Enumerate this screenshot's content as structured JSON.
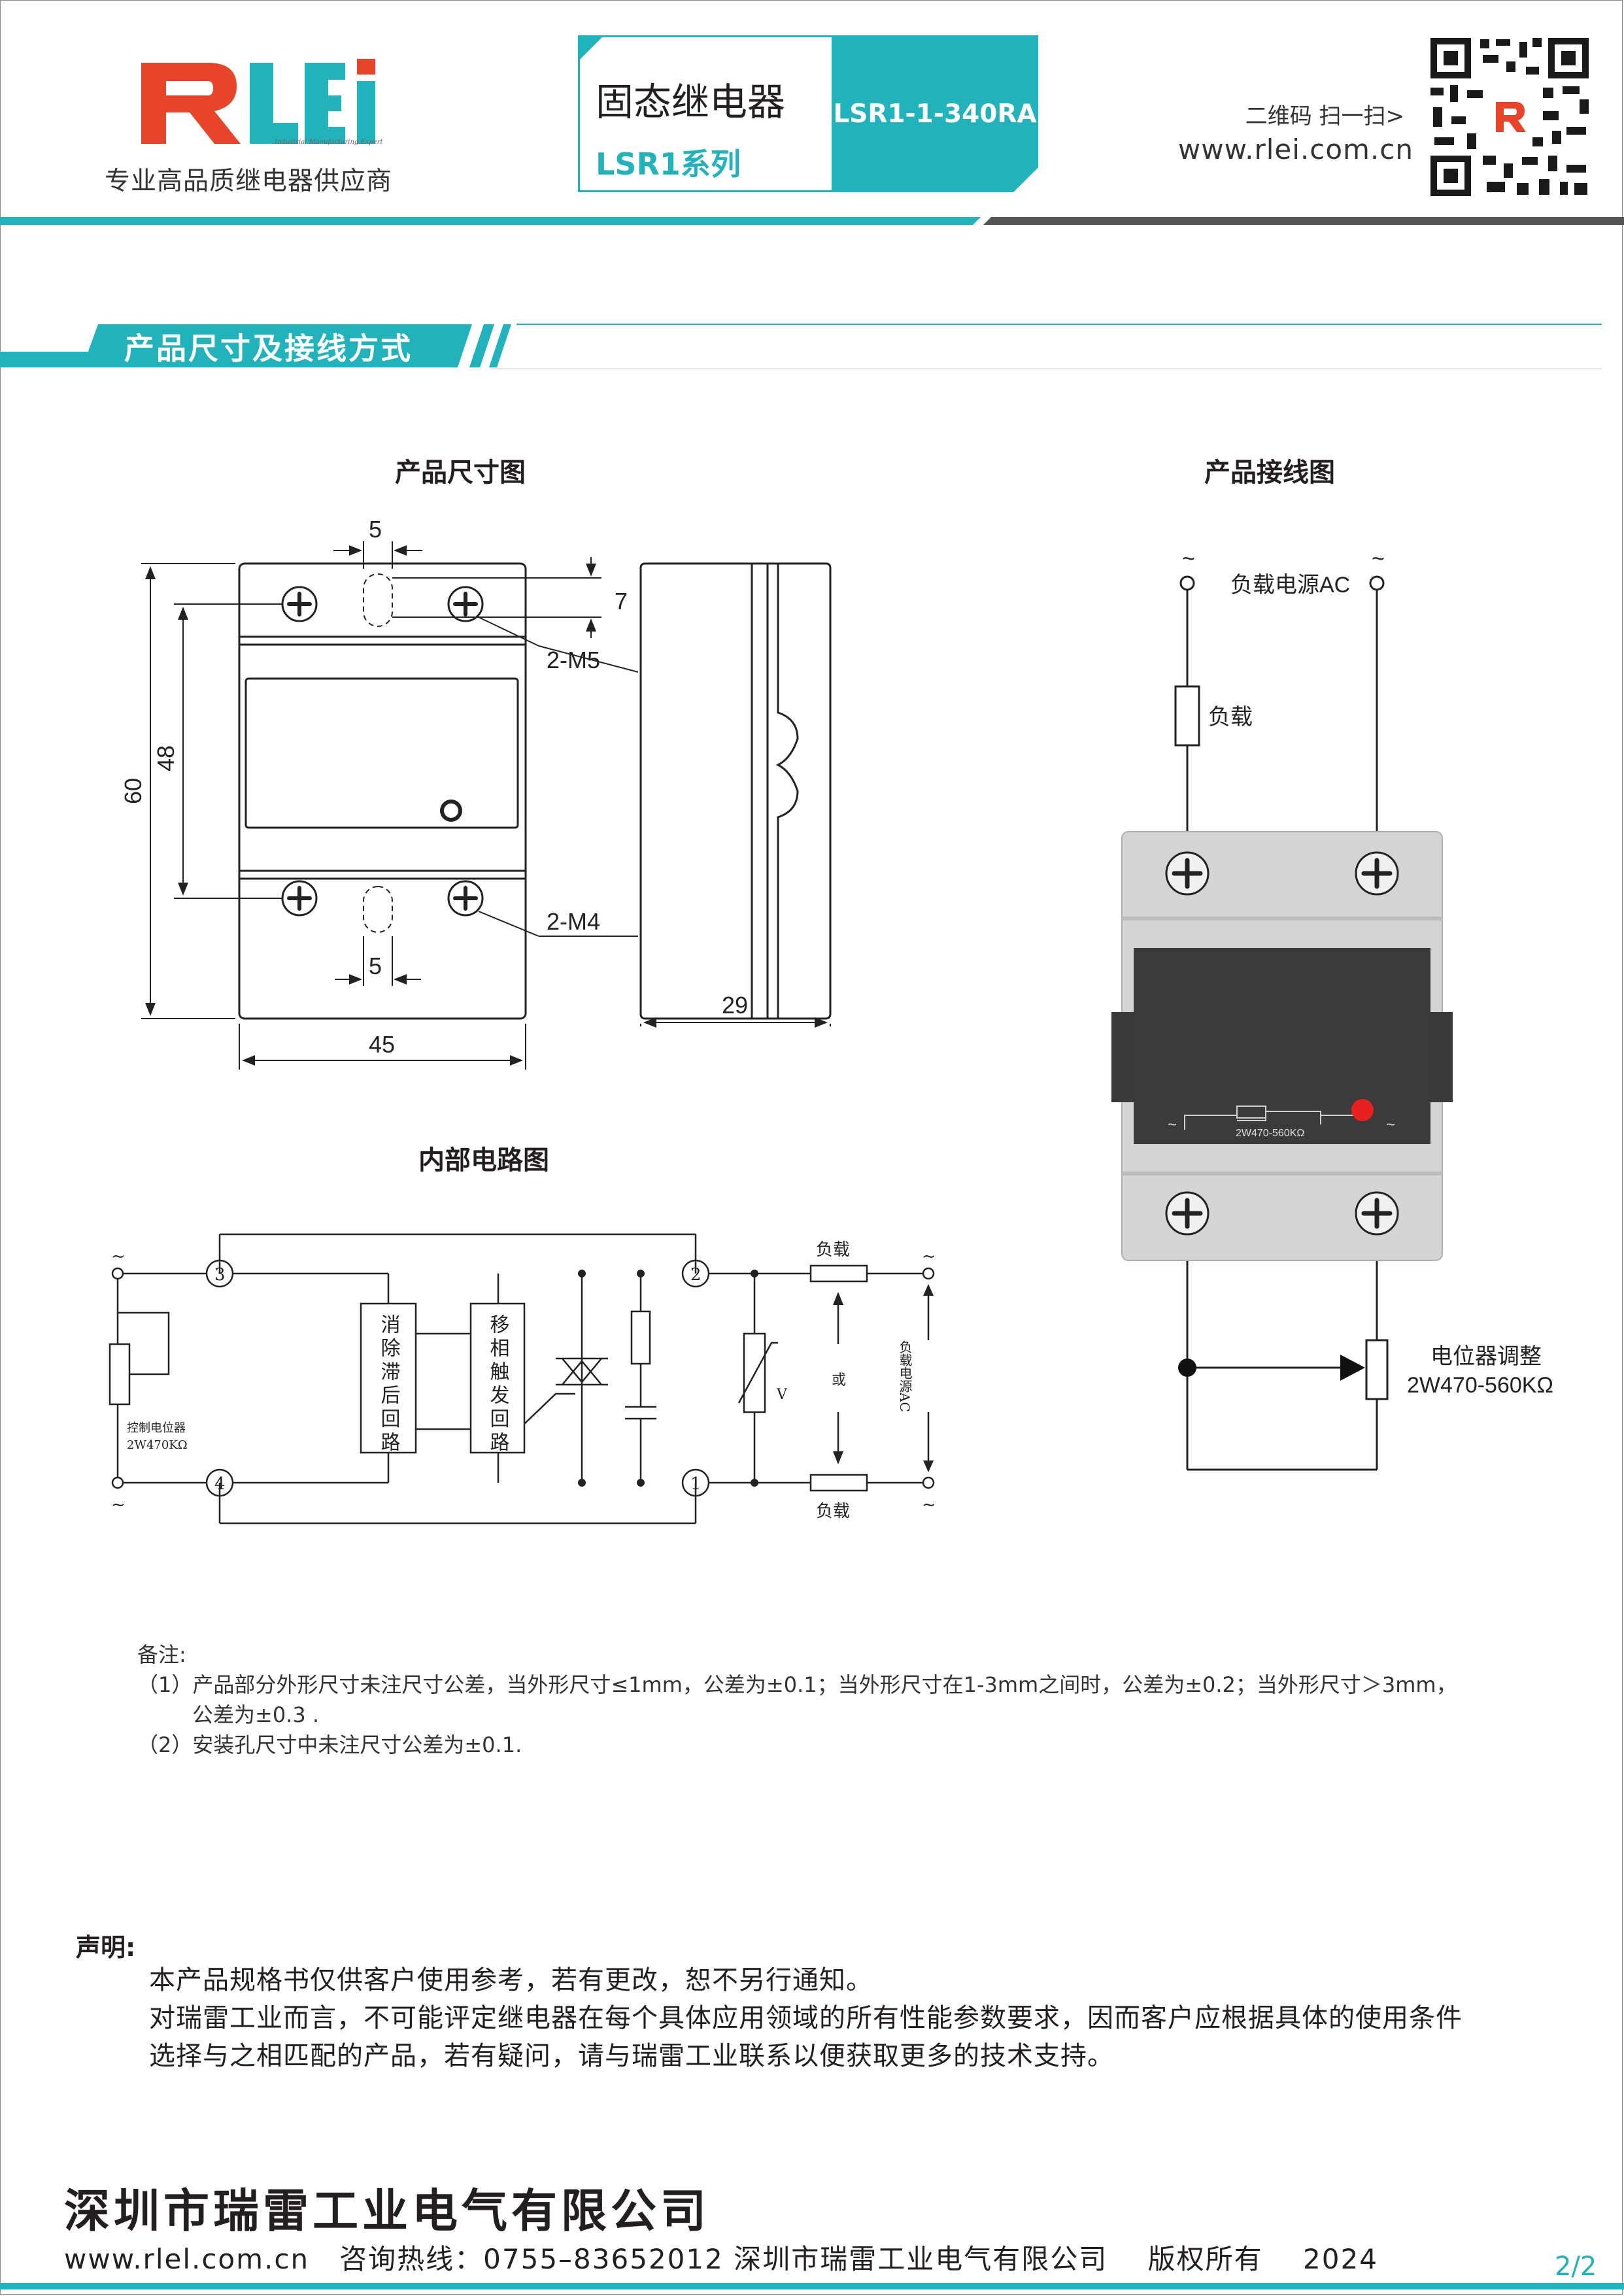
{
  "brand": {
    "logo_text": "RLEi",
    "logo_tagline": "Industrial Manufacturing Expert",
    "slogan": "专业高品质继电器供应商"
  },
  "header": {
    "product_cn": "固态继电器",
    "series": "LSR1系列",
    "model": "LSR1-1-340RA",
    "scan_text": "二维码 扫一扫>",
    "website": "www.rlei.com.cn"
  },
  "section_title": "产品尺寸及接线方式",
  "dimension": {
    "caption": "产品尺寸图",
    "labels": {
      "top_width": "5",
      "bottom_width": "5",
      "offset": "7",
      "height_total": "60",
      "height_holes": "48",
      "width": "45",
      "depth": "29",
      "top_screws": "2-M5",
      "bottom_screws": "2-M4"
    }
  },
  "wiring": {
    "caption": "产品接线图",
    "supply": "负载电源AC",
    "load": "负载",
    "tilde": "~",
    "pot_label": "2W470-560KΩ",
    "adjust_title": "电位器调整",
    "adjust_value": "2W470-560KΩ"
  },
  "circuit": {
    "caption": "内部电路图",
    "block1": "消除滞后回路",
    "block2": "移相触发回路",
    "pot": "控制电位器",
    "pot_value": "2W470KΩ",
    "load_top": "负载",
    "load_bottom": "负载",
    "or": "或",
    "supply": "负载电源AC",
    "v": "V",
    "n1": "1",
    "n2": "2",
    "n3": "3",
    "n4": "4",
    "tilde": "~"
  },
  "notes": {
    "title": "备注:",
    "line1": "（1）产品部分外形尺寸未注尺寸公差，当外形尺寸≤1mm，公差为±0.1；当外形尺寸在1-3mm之间时，公差为±0.2；当外形尺寸＞3mm，",
    "line1b": "公差为±0.3 .",
    "line2": "（2）安装孔尺寸中未注尺寸公差为±0.1."
  },
  "declaration": {
    "title": "声明:",
    "line1": "本产品规格书仅供客户使用参考，若有更改，恕不另行通知。",
    "line2": "对瑞雷工业而言，不可能评定继电器在每个具体应用领域的所有性能参数要求，因而客户应根据具体的使用条件",
    "line3": "选择与之相匹配的产品，若有疑问，请与瑞雷工业联系以便获取更多的技术支持。"
  },
  "footer": {
    "company": "深圳市瑞雷工业电气有限公司",
    "site": "www.rlel.com.cn",
    "hotline": "咨询热线：0755–83652012",
    "company2": "深圳市瑞雷工业电气有限公司",
    "rights": "版权所有",
    "year": "2024",
    "page": "2/2"
  },
  "colors": {
    "accent": "#20b3bc",
    "brand_red": "#e8442a",
    "dark_gray": "#555555"
  }
}
